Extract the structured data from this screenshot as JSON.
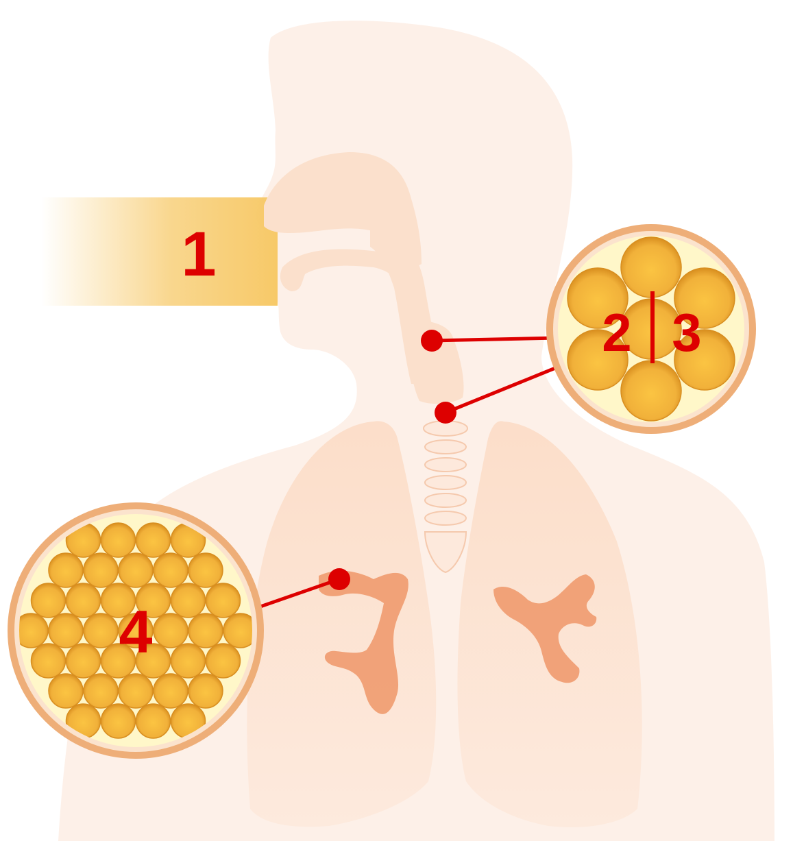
{
  "labels": {
    "airflow": "1",
    "zone_a": "2",
    "divider": "|",
    "zone_b": "3",
    "lower": "4"
  },
  "colors": {
    "skin_top": "#f2ab7c",
    "skin_bottom": "#fdf0e8",
    "airway": "#fbe0cc",
    "lung": "#fbd7be",
    "bronchi": "#ee9668",
    "beam": "#f7c968",
    "accent_red": "#dd0000",
    "particle": "#f1b13a",
    "particle_edge": "#d88e1f",
    "circle_bg": "#fff7c9",
    "circle_ring": "#eeae78"
  },
  "icons": {
    "magnifier_upper": "particle-magnifier-large-icon",
    "magnifier_lower": "particle-magnifier-small-icon"
  }
}
